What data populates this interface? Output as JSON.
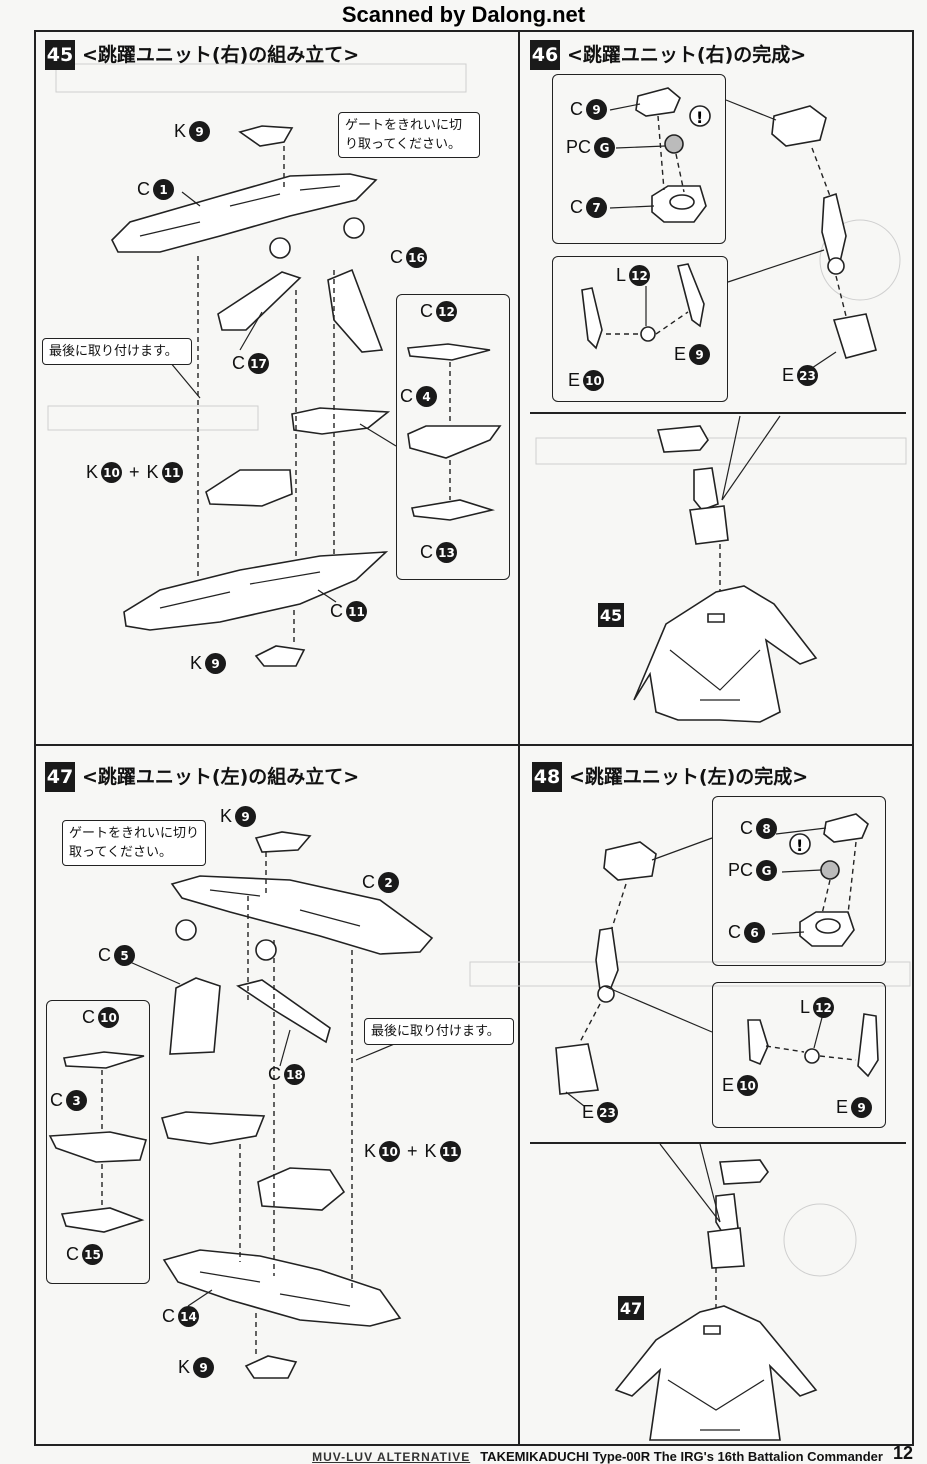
{
  "scan_credit": "Scanned by Dalong.net",
  "steps": [
    {
      "number": "45",
      "title": "<跳躍ユニット(右)の組み立て>"
    },
    {
      "number": "46",
      "title": "<跳躍ユニット(右)の完成>"
    },
    {
      "number": "47",
      "title": "<跳躍ユニット(左)の組み立て>"
    },
    {
      "number": "48",
      "title": "<跳躍ユニット(左)の完成>"
    }
  ],
  "notes": {
    "gate": "ゲートをきれいに切り取ってください。",
    "last": "最後に取り付けます。"
  },
  "references": {
    "step46": "45",
    "step48": "47"
  },
  "labels": {
    "s45": [
      {
        "prefix": "K",
        "num": "9"
      },
      {
        "prefix": "C",
        "num": "1"
      },
      {
        "prefix": "C",
        "num": "16"
      },
      {
        "prefix": "C",
        "num": "17"
      },
      {
        "prefix": "C",
        "num": "12"
      },
      {
        "prefix": "C",
        "num": "4"
      },
      {
        "prefix": "K",
        "num": "10",
        "plus": "+",
        "prefix2": "K",
        "num2": "11"
      },
      {
        "prefix": "C",
        "num": "13"
      },
      {
        "prefix": "C",
        "num": "11"
      },
      {
        "prefix": "K",
        "num": "9"
      }
    ],
    "s46": [
      {
        "prefix": "C",
        "num": "9"
      },
      {
        "prefix": "PC",
        "num": "G"
      },
      {
        "prefix": "C",
        "num": "7"
      },
      {
        "prefix": "L",
        "num": "12"
      },
      {
        "prefix": "E",
        "num": "9"
      },
      {
        "prefix": "E",
        "num": "10"
      },
      {
        "prefix": "E",
        "num": "23"
      }
    ],
    "s47": [
      {
        "prefix": "K",
        "num": "9"
      },
      {
        "prefix": "C",
        "num": "2"
      },
      {
        "prefix": "C",
        "num": "5"
      },
      {
        "prefix": "C",
        "num": "10"
      },
      {
        "prefix": "C",
        "num": "3"
      },
      {
        "prefix": "C",
        "num": "18"
      },
      {
        "prefix": "K",
        "num": "10",
        "plus": "+",
        "prefix2": "K",
        "num2": "11"
      },
      {
        "prefix": "C",
        "num": "15"
      },
      {
        "prefix": "C",
        "num": "14"
      },
      {
        "prefix": "K",
        "num": "9"
      }
    ],
    "s48": [
      {
        "prefix": "C",
        "num": "8"
      },
      {
        "prefix": "PC",
        "num": "G"
      },
      {
        "prefix": "C",
        "num": "6"
      },
      {
        "prefix": "L",
        "num": "12"
      },
      {
        "prefix": "E",
        "num": "10"
      },
      {
        "prefix": "E",
        "num": "9"
      },
      {
        "prefix": "E",
        "num": "23"
      }
    ]
  },
  "footer": {
    "brand": "MUV-LUV ALTERNATIVE",
    "title": "TAKEMIKADUCHI Type-00R The IRG's 16th Battalion Commander",
    "page": "12"
  },
  "colors": {
    "ink": "#1a1a1a",
    "paper": "#f7f7f5"
  }
}
